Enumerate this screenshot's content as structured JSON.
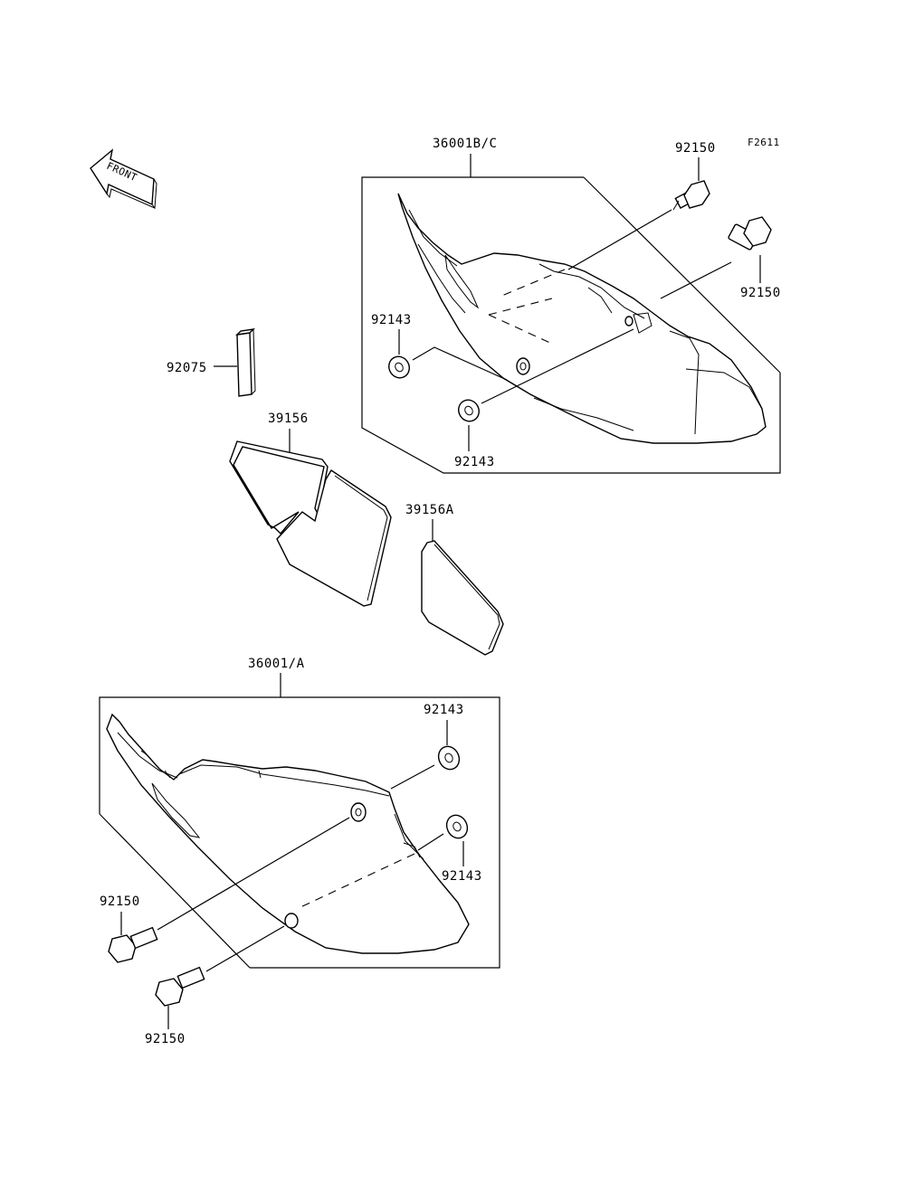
{
  "figure_code": "F2611",
  "front_arrow": {
    "label": "FRONT",
    "icon": "front-direction-arrow-icon"
  },
  "labels": {
    "cover_upper": "36001B/C",
    "cover_lower": "36001/A",
    "bolt_upper_top": "92150",
    "bolt_upper_right": "92150",
    "bolt_lower_left": "92150",
    "bolt_lower_bottom": "92150",
    "grommet_upper_left": "92143",
    "grommet_upper_bottom": "92143",
    "grommet_lower_top": "92143",
    "grommet_lower_right": "92143",
    "pad": "92075",
    "decal_main": "39156",
    "decal_small": "39156A"
  }
}
